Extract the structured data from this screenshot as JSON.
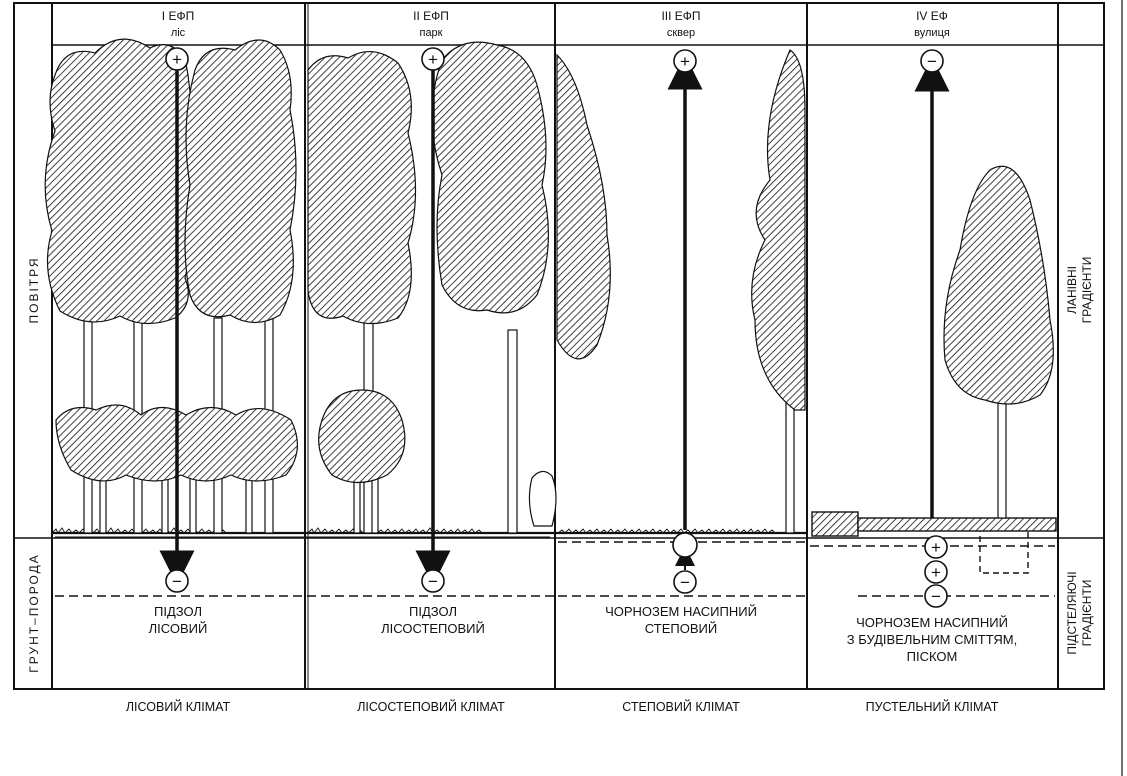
{
  "columns": [
    {
      "heading": "I ЕФП",
      "subheading": "ліс",
      "soil_lines": [
        "ПІДЗОЛ",
        "ЛІСОВИЙ"
      ],
      "climate": "ЛІСОВИЙ КЛІМАТ",
      "top_sign": "+",
      "bottom_sign": "−"
    },
    {
      "heading": "II ЕФП",
      "subheading": "парк",
      "soil_lines": [
        "ПІДЗОЛ",
        "ЛІСОСТЕПОВИЙ"
      ],
      "climate": "ЛІСОСТЕПОВИЙ КЛІМАТ",
      "top_sign": "+",
      "bottom_sign": "−"
    },
    {
      "heading": "III ЕФП",
      "subheading": "сквер",
      "soil_lines": [
        "ЧОРНОЗЕМ НАСИПНИЙ",
        "СТЕПОВИЙ"
      ],
      "climate": "СТЕПОВИЙ КЛІМАТ",
      "top_sign": "+",
      "bottom_sign": "−"
    },
    {
      "heading": "IV ЕФ",
      "subheading": "вулиця",
      "soil_lines": [
        "ЧОРНОЗЕМ НАСИПНИЙ",
        "З БУДІВЕЛЬНИМ СМІТТЯМ,",
        "ПІСКОМ"
      ],
      "climate": "ПУСТЕЛЬНИЙ КЛІМАТ",
      "top_sign": "−",
      "bottom_signs": [
        "+",
        "+",
        "−"
      ]
    }
  ],
  "left_labels": {
    "air": "ПОВІТРЯ",
    "ground": "ГРУНТ–ПОРОДА"
  },
  "right_labels": {
    "lateral": [
      "ЛАНІВНІ",
      "ГРАДІЄНТИ"
    ],
    "underlying": [
      "ПІДСТЕЛЯЮЧІ",
      "ГРАДІЄНТИ"
    ]
  },
  "colors": {
    "ink": "#111111",
    "paper": "#ffffff"
  }
}
